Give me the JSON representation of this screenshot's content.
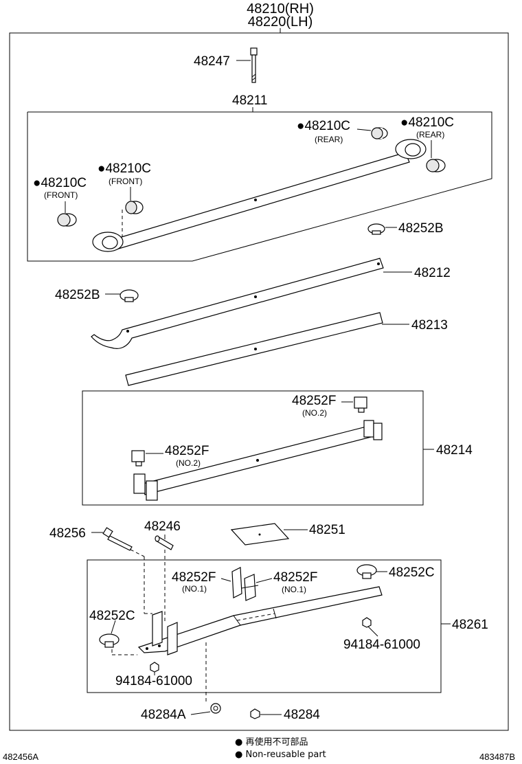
{
  "header": {
    "assembly_rh": "48210(RH)",
    "assembly_lh": "48220(LH)"
  },
  "parts": {
    "bolt_48247": "48247",
    "leaf_48211": "48211",
    "bushing_rear_a": "●48210C",
    "bushing_rear_a_note": "(REAR)",
    "bushing_rear_b": "●48210C",
    "bushing_rear_b_note": "(REAR)",
    "bushing_front_a": "●48210C",
    "bushing_front_a_note": "(FRONT)",
    "bushing_front_b": "●48210C",
    "bushing_front_b_note": "(FRONT)",
    "insert_48252b_right": "48252B",
    "insert_48252b_left": "48252B",
    "leaf_48212": "48212",
    "leaf_48213": "48213",
    "leaf_48214": "48214",
    "clip_f_top": "48252F",
    "clip_f_top_note": "(NO.2)",
    "clip_f_left": "48252F",
    "clip_f_left_note": "(NO.2)",
    "bolt_48256": "48256",
    "pin_48246": "48246",
    "pad_48251": "48251",
    "clip_f_no1_left": "48252F",
    "clip_f_no1_left_note": "(NO.1)",
    "clip_f_no1_right": "48252F",
    "clip_f_no1_right_note": "(NO.1)",
    "insert_48252c_right": "48252C",
    "insert_48252c_left": "48252C",
    "leaf_48261": "48261",
    "nut_94184_right": "94184-61000",
    "nut_94184_left": "94184-61000",
    "nut_48284a": "48284A",
    "nut_48284": "48284"
  },
  "footer": {
    "note_jp": "● 再使用不可部品",
    "note_en": "● Non-reusable part",
    "code_left": "482456A",
    "code_right": "483487B"
  }
}
